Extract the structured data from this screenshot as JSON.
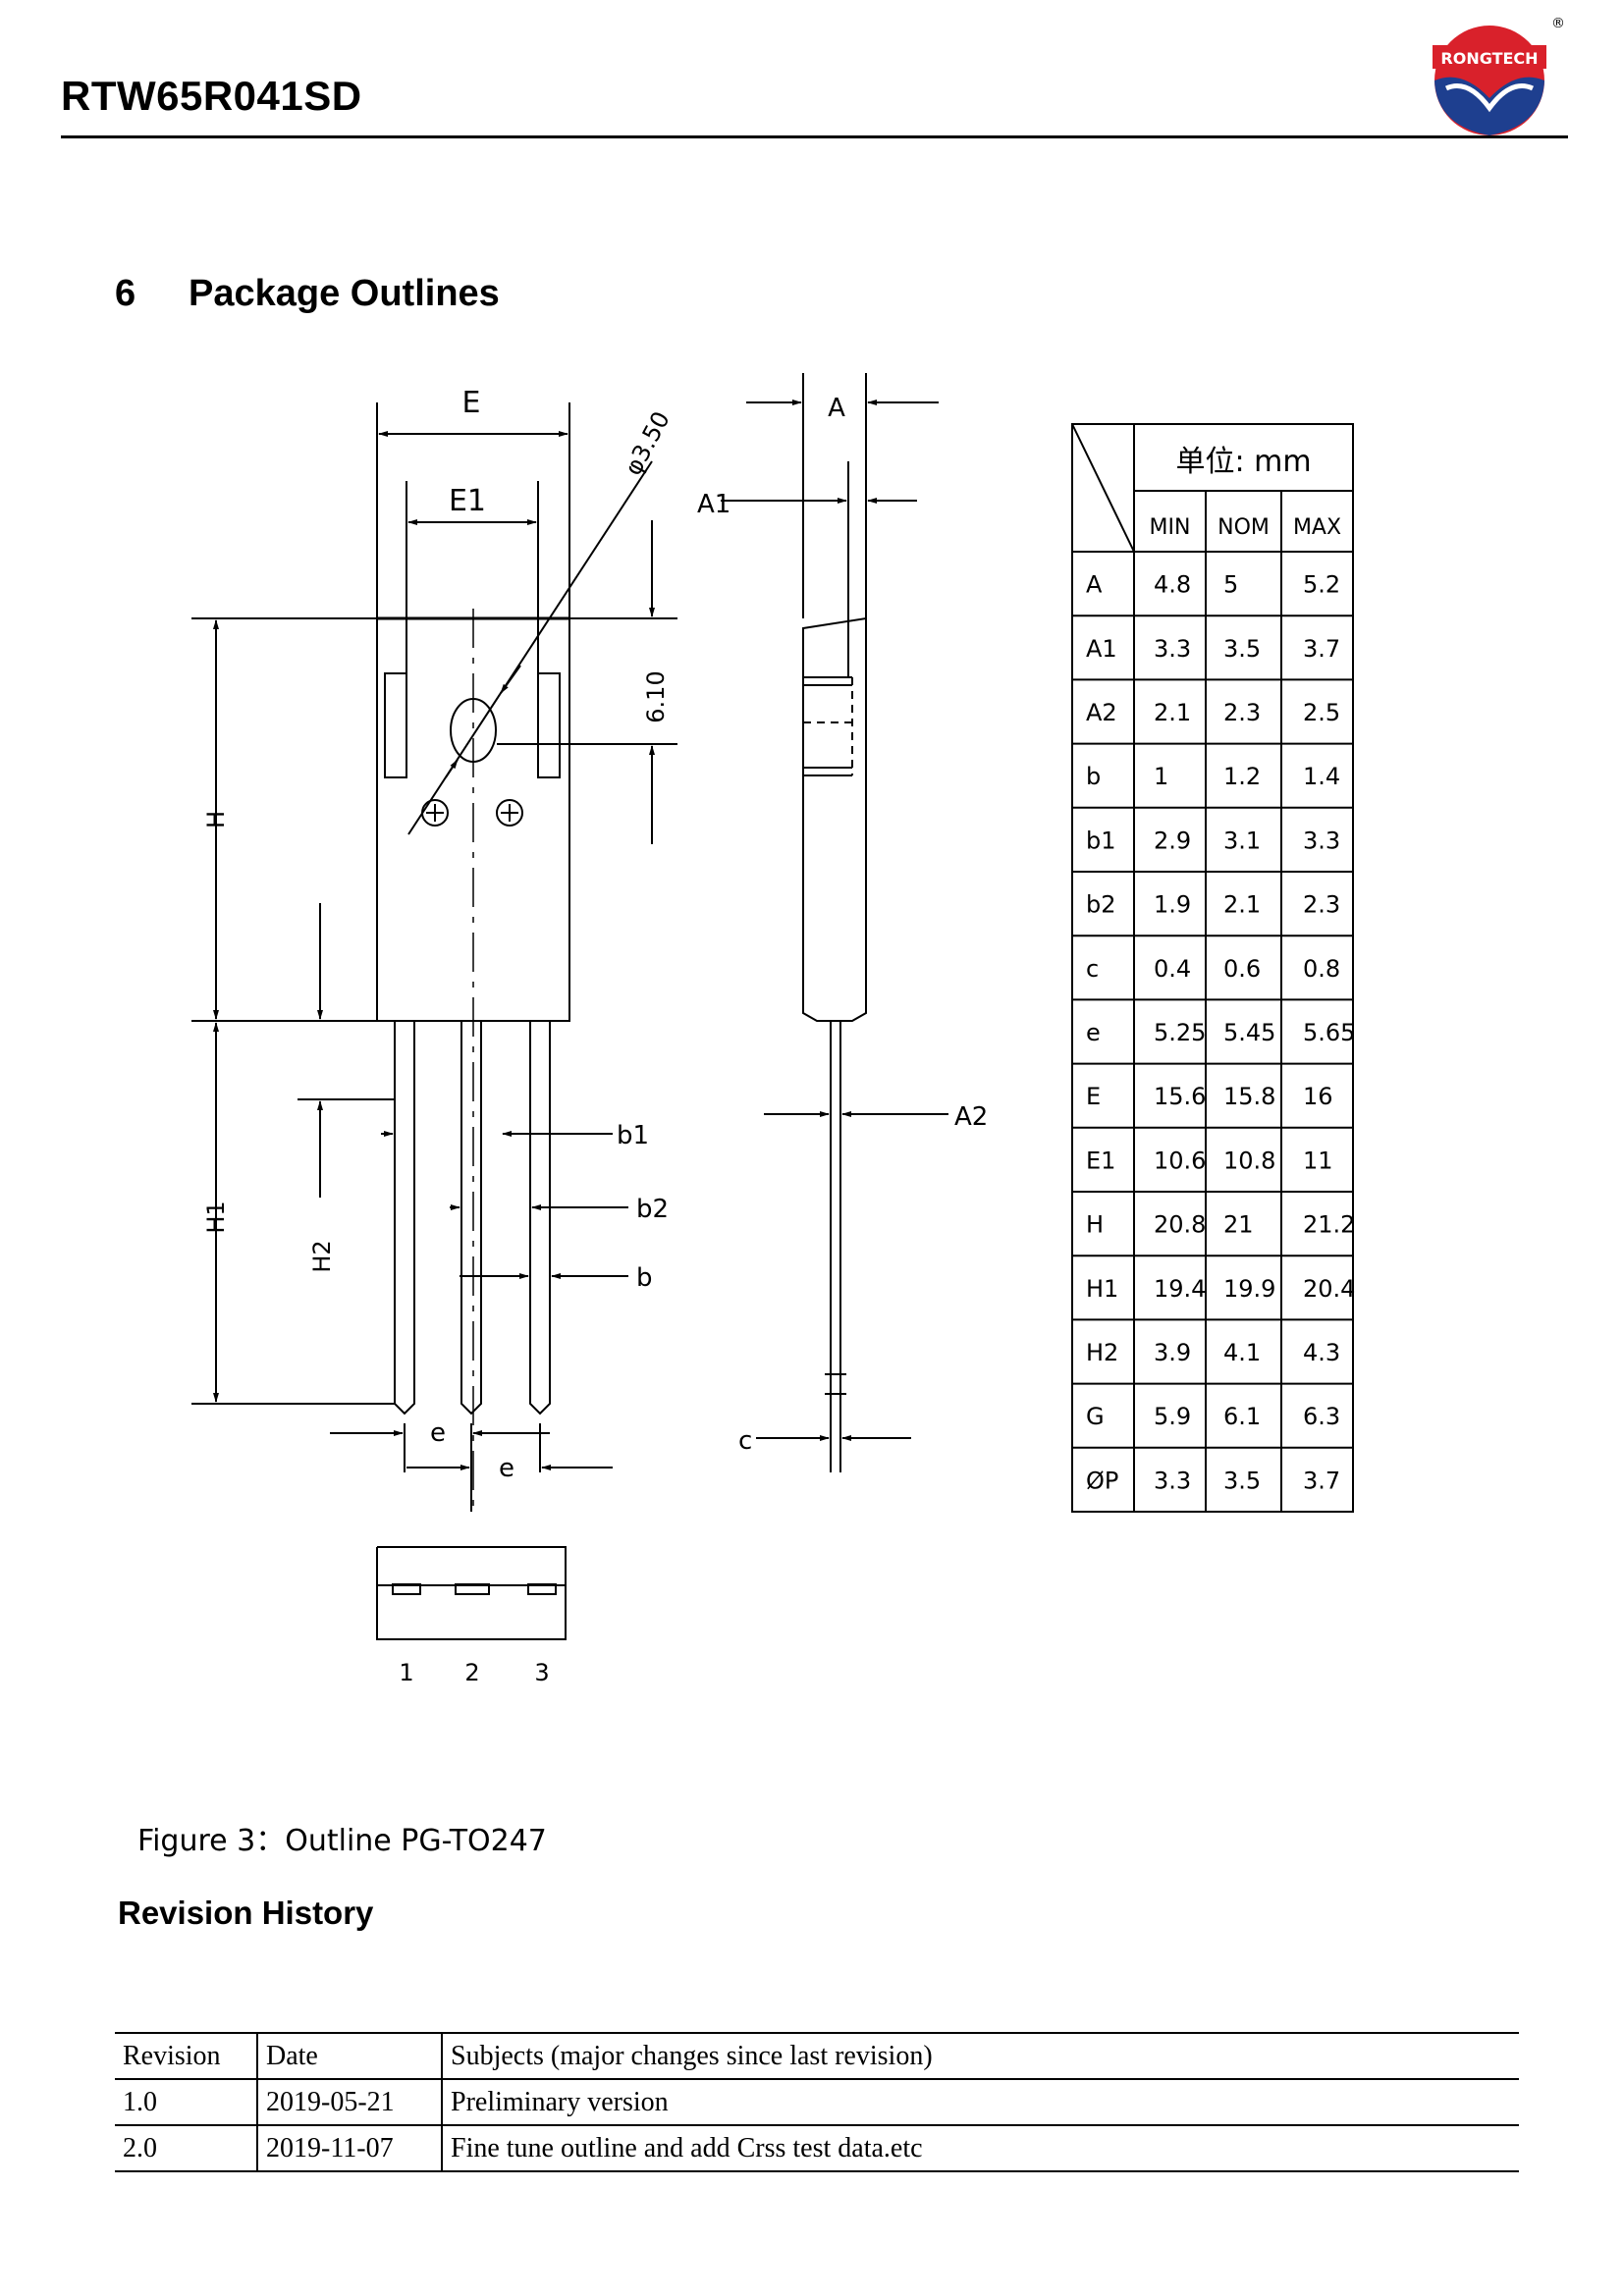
{
  "header": {
    "title": "RTW65R041SD",
    "logo_text": "RONGTECH",
    "registered_mark": "®"
  },
  "section": {
    "number": "6",
    "title": "Package Outlines"
  },
  "drawing": {
    "labels": {
      "E": "E",
      "E1": "E1",
      "hole": "φ3.50",
      "A": "A",
      "A1": "A1",
      "A2": "A2",
      "dim_610": "6.10",
      "H": "H",
      "H1": "H1",
      "H2": "H2",
      "b1": "b1",
      "b2": "b2",
      "b": "b",
      "e1": "e",
      "e2": "e",
      "c": "c",
      "pin1": "1",
      "pin2": "2",
      "pin3": "3"
    }
  },
  "dimensions": {
    "unit_label": "单位: mm",
    "headers": [
      "MIN",
      "NOM",
      "MAX"
    ],
    "rows": [
      {
        "sym": "A",
        "min": "4.8",
        "nom": "5",
        "max": "5.2"
      },
      {
        "sym": "A1",
        "min": "3.3",
        "nom": "3.5",
        "max": "3.7"
      },
      {
        "sym": "A2",
        "min": "2.1",
        "nom": "2.3",
        "max": "2.5"
      },
      {
        "sym": "b",
        "min": "1",
        "nom": "1.2",
        "max": "1.4"
      },
      {
        "sym": "b1",
        "min": "2.9",
        "nom": "3.1",
        "max": "3.3"
      },
      {
        "sym": "b2",
        "min": "1.9",
        "nom": "2.1",
        "max": "2.3"
      },
      {
        "sym": "c",
        "min": "0.4",
        "nom": "0.6",
        "max": "0.8"
      },
      {
        "sym": "e",
        "min": "5.25",
        "nom": "5.45",
        "max": "5.65"
      },
      {
        "sym": "E",
        "min": "15.6",
        "nom": "15.8",
        "max": "16"
      },
      {
        "sym": "E1",
        "min": "10.6",
        "nom": "10.8",
        "max": "11"
      },
      {
        "sym": "H",
        "min": "20.8",
        "nom": "21",
        "max": "21.2"
      },
      {
        "sym": "H1",
        "min": "19.4",
        "nom": "19.9",
        "max": "20.4"
      },
      {
        "sym": "H2",
        "min": "3.9",
        "nom": "4.1",
        "max": "4.3"
      },
      {
        "sym": "G",
        "min": "5.9",
        "nom": "6.1",
        "max": "6.3"
      },
      {
        "sym": "ØP",
        "min": "3.3",
        "nom": "3.5",
        "max": "3.7"
      }
    ]
  },
  "figure_caption": "Figure 3：Outline PG-TO247",
  "revision": {
    "title": "Revision History",
    "headers": [
      "Revision",
      "Date",
      "Subjects (major changes since last revision)"
    ],
    "rows": [
      {
        "rev": "1.0",
        "date": "2019-05-21",
        "subject": "Preliminary version"
      },
      {
        "rev": "2.0",
        "date": "2019-11-07",
        "subject": "Fine tune outline and add Crss test data.etc"
      }
    ]
  }
}
